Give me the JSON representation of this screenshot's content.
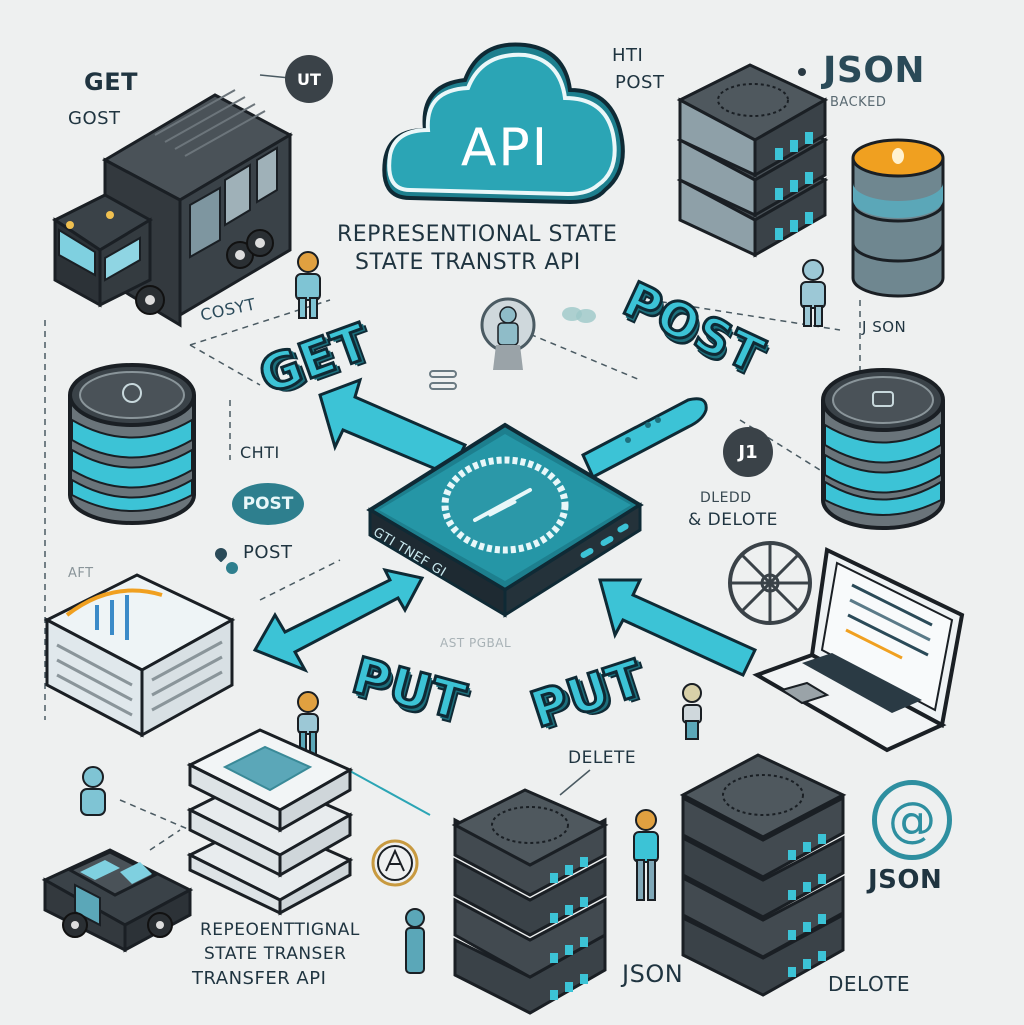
{
  "title": {
    "cloud_label": "API",
    "subtitle_line1": "REPRESENTIONAL STATE",
    "subtitle_line2": "STATE TRANSTR API"
  },
  "colors": {
    "background": "#eef0f0",
    "teal": "#2ba5b5",
    "teal_light": "#3cc3d6",
    "dark": "#3a4248",
    "outline": "#0f2a35",
    "accent_orange": "#f0a020"
  },
  "labels": {
    "top_left_get": "GET",
    "top_left_gost": "GOST",
    "top_badge": "UT",
    "top_right_hti": "HTI",
    "top_right_post": "POST",
    "top_right_json": "JSON",
    "top_right_backed": "BACKED",
    "cosyt": "COSYT",
    "json_small": "J SON",
    "chti": "CHTI",
    "post_pill": "POST",
    "post_plain": "POST",
    "faint_left": "AFT",
    "j1_badge": "J1",
    "dledd": "DLEDD",
    "delote_amp": "& DELOTE",
    "device_text": "GTI TNEF GI",
    "faint_center": "AST PGBAL",
    "delete_mid": "DELETE",
    "json_bottom_center": "JSON",
    "json_bottom_right": "JSON",
    "delote_bottom": "DELOTE",
    "at_symbol": "@",
    "bottom_left_line1": "REPEOENTTIGNAL",
    "bottom_left_line2": "STATE TRANSER",
    "bottom_left_line3": "TRANSFER API"
  },
  "methods_3d": {
    "get": "GET",
    "post": "POST",
    "put_left": "PUT",
    "put_right": "PUT"
  },
  "icons": [
    "cloud-icon",
    "truck-icon",
    "server-stack-icon",
    "database-icon",
    "person-icon",
    "router-device-icon",
    "laptop-icon",
    "car-icon",
    "document-stack-icon",
    "at-sign-icon",
    "wheel-icon"
  ]
}
